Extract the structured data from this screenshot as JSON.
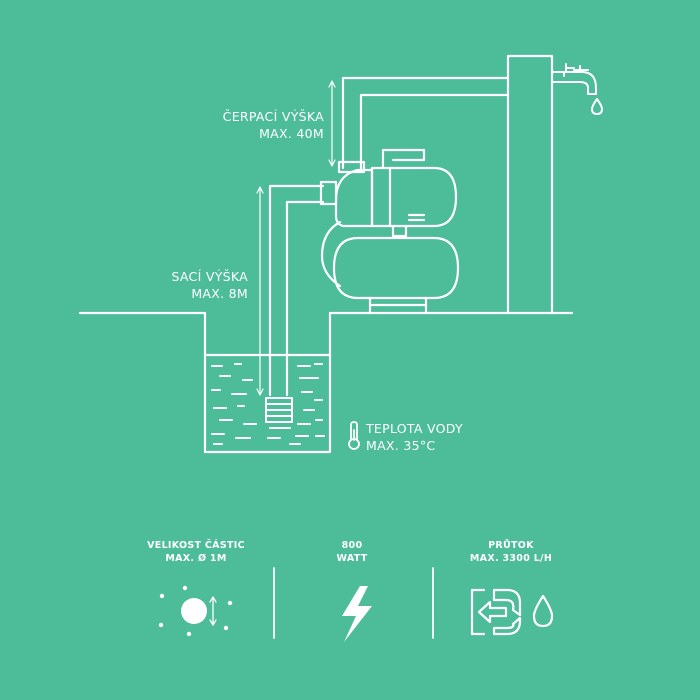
{
  "labels": {
    "pump_head_title": "ČERPACÍ VÝŠKA",
    "pump_head_value": "MAX. 40M",
    "suction_title": "SACÍ VÝŠKA",
    "suction_value": "MAX. 8M",
    "water_temp_title": "TEPLOTA VODY",
    "water_temp_value": "MAX. 35°C"
  },
  "specs": [
    {
      "line1": "VELIKOST ČÁSTIC",
      "line2": "MAX. Ø 1M",
      "icon": "particle-size-icon"
    },
    {
      "line1": "800",
      "line2": "WATT",
      "icon": "lightning-bolt-icon"
    },
    {
      "line1": "PRŮTOK",
      "line2": "MAX. 3300 L/H",
      "icon": "flow-rate-icon"
    }
  ],
  "colors": {
    "background": "#4dbc98",
    "line": "#ffffff"
  }
}
